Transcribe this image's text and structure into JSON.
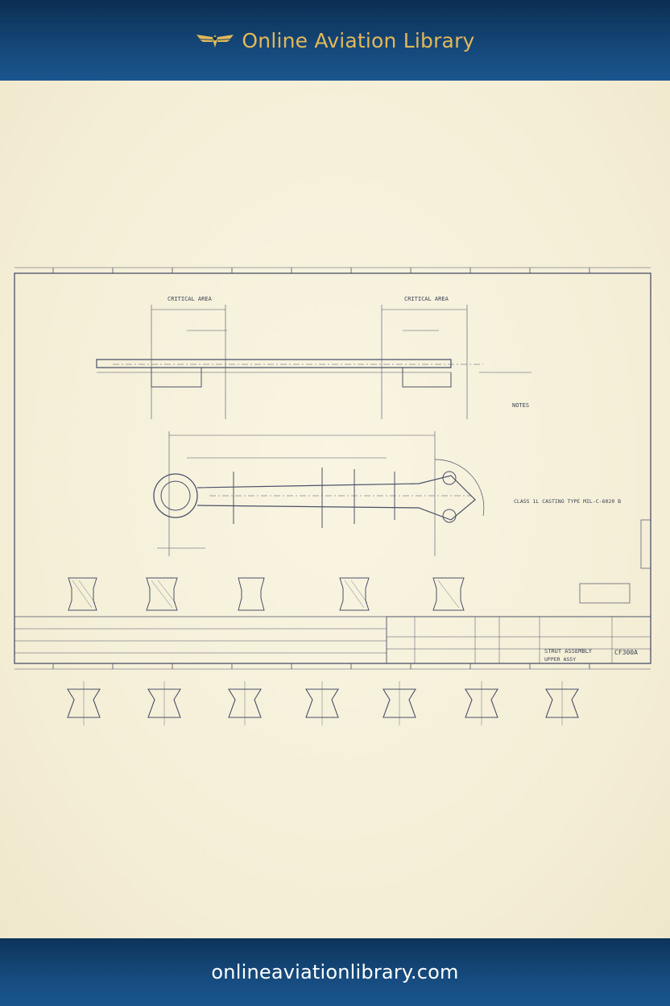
{
  "header": {
    "brand_name": "Online Aviation Library",
    "logo_icon": "winged-emblem-icon",
    "brand_color": "#e3b858"
  },
  "drawing": {
    "critical_area_left": "CRITICAL AREA",
    "critical_area_right": "CRITICAL AREA",
    "notes_heading": "NOTES",
    "class_note": "CLASS 1L CASTING TYPE MIL-C-6020 B",
    "title_block_name": "STRUT ASSEMBLY",
    "title_block_part": "UPPER ASSY",
    "title_block_number": "CF300A"
  },
  "footer": {
    "url": "onlineaviationlibrary.com"
  },
  "colors": {
    "header_bg": "#0b2e52",
    "paper": "#f6f1dc",
    "ink": "#3c4256"
  }
}
